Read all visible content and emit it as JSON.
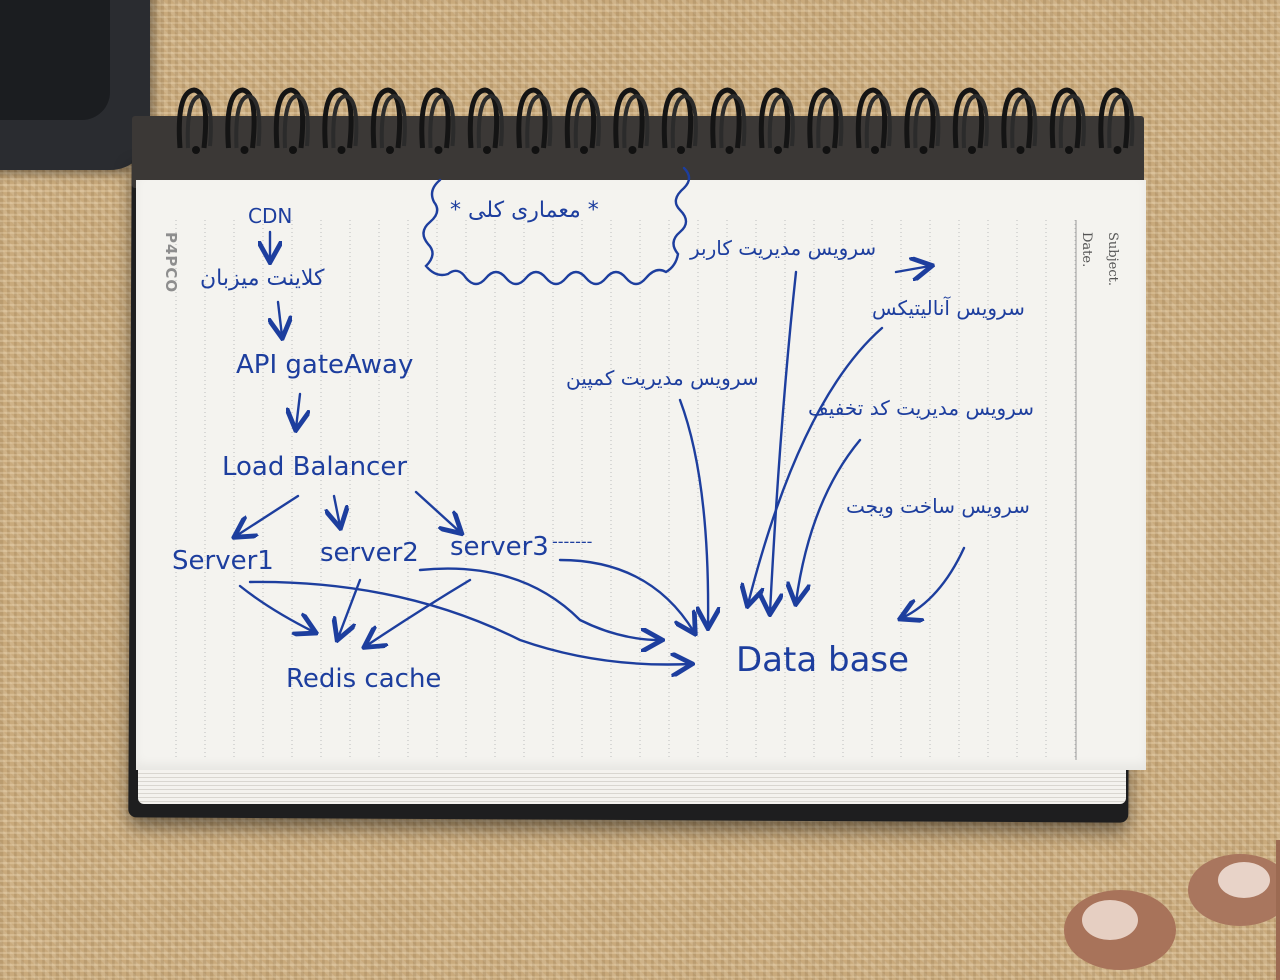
{
  "notebook": {
    "brand": "P4PCO",
    "subject_label": "Subject.",
    "date_label": "Date."
  },
  "diagram": {
    "title": "* معماری کلی *",
    "nodes": {
      "cdn": "CDN",
      "clients": "کلاینت میزبان",
      "api_gateway": "API gateAway",
      "load_balancer": "Load Balancer",
      "server1": "Server1",
      "server2": "server2",
      "server3": "server3",
      "server_more": "-------",
      "redis": "Redis cache",
      "database": "Data base"
    },
    "services": [
      "سرویس مدیریت کاربر",
      "سرویس آنالیتیکس",
      "سرویس مدیریت کمپین",
      "سرویس مدیریت کد تخفیف",
      "سرویس ساخت ویجت"
    ]
  },
  "colors": {
    "ink": "#1d3e9e",
    "paper": "#f4f3ef",
    "ruling": "#bdbdbd",
    "cover": "#3b3836",
    "desk": "#c9aa7c"
  }
}
